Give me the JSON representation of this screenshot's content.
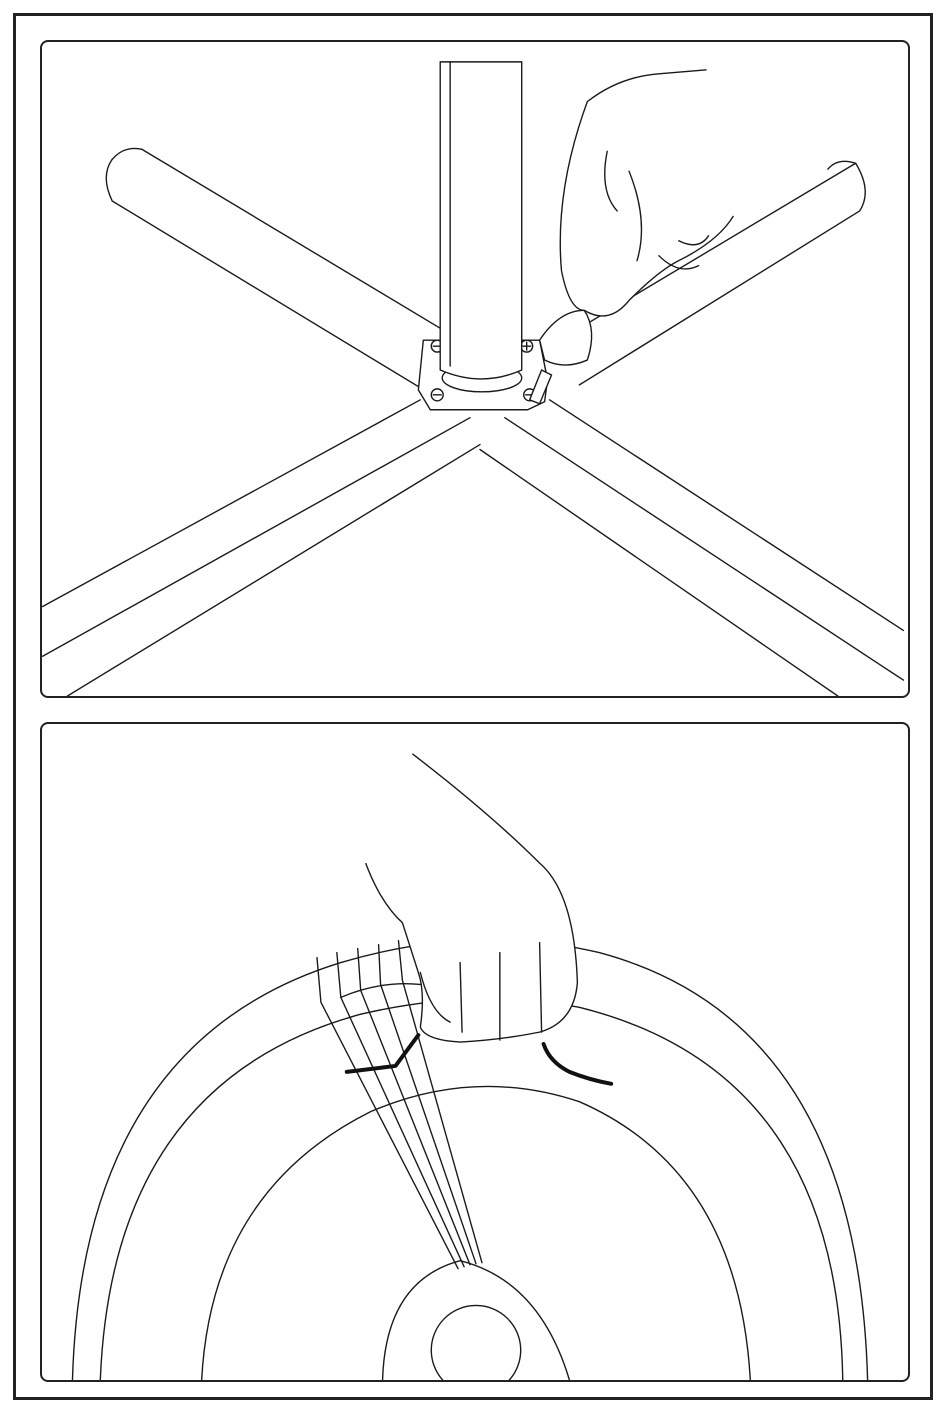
{
  "illustration": {
    "panels": [
      {
        "id": "panel-1",
        "subject": "star-base-with-post-and-mounting-plate",
        "tool": "screwdriver",
        "screw_count": 4
      },
      {
        "id": "panel-2",
        "subject": "round-base-with-cable-tie",
        "tool": "none"
      }
    ]
  }
}
